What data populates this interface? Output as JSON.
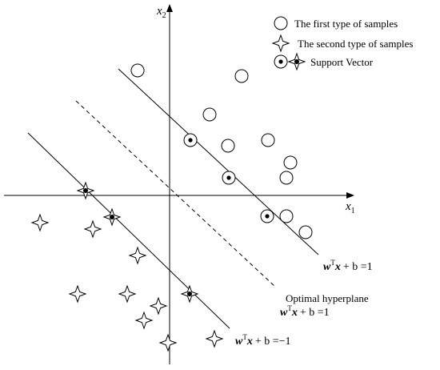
{
  "axes": {
    "x_label": {
      "base": "x",
      "sub": "1"
    },
    "y_label": {
      "base": "x",
      "sub": "2"
    }
  },
  "legend": {
    "first_type": "The first type of samples",
    "second_type": "The second type of samples",
    "support_vector": "Support Vector"
  },
  "lines": {
    "upper": {
      "w": "w",
      "sup": "T",
      "x": "x",
      "rest": "+ b =1"
    },
    "optimal": {
      "title": "Optimal hyperplane",
      "w": "w",
      "sup": "T",
      "x": "x",
      "rest": "+ b =1"
    },
    "lower": {
      "w": "w",
      "sup": "T",
      "x": "x",
      "rest": "+ b =−1"
    }
  }
}
